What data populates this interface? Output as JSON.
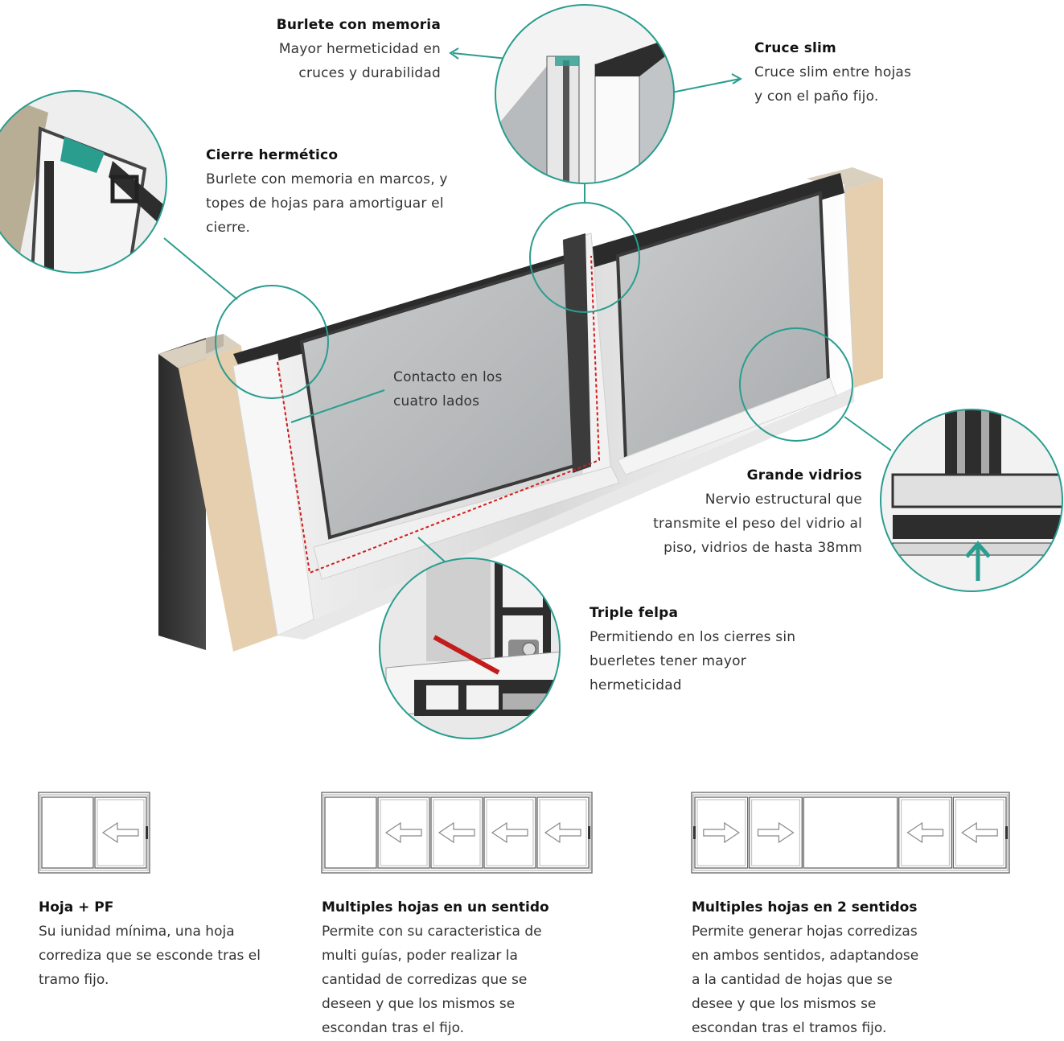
{
  "accent_color": "#2a9d8f",
  "callouts": {
    "burlete": {
      "title": "Burlete con memoria",
      "text": "Mayor hermeticidad en\ncruces y durabilidad"
    },
    "cruce": {
      "title": "Cruce slim",
      "text": "Cruce slim entre hojas\ny con el paño fijo."
    },
    "cierre": {
      "title": "Cierre hermético",
      "text": "Burlete con memoria en marcos, y\ntopes de hojas para amortiguar el\ncierre."
    },
    "contacto": {
      "text": "Contacto en los\ncuatro lados"
    },
    "grande": {
      "title": "Grande vidrios",
      "text": "Nervio estructural que\ntransmite el peso del vidrio al\npiso, vidrios de hasta 38mm"
    },
    "triple": {
      "title": "Triple felpa",
      "text": "Permitiendo en los cierres sin\nbuerletes tener mayor\nhermeticidad"
    }
  },
  "configs": [
    {
      "title": "Hoja + PF",
      "text": "Su iunidad mínima, una hoja\ncorrediza que se esconde tras el\ntramo fijo.",
      "panels": [
        "fixed",
        "left"
      ]
    },
    {
      "title": "Multiples hojas en un sentido",
      "text": "Permite con su caracteristica de\nmulti guías, poder realizar la\ncantidad de corredizas que se\ndeseen y que los mismos se\nescondan tras el fijo.",
      "panels": [
        "fixed",
        "left",
        "left",
        "left",
        "left"
      ]
    },
    {
      "title": "Multiples hojas en 2 sentidos",
      "text": "Permite generar hojas corredizas\nen ambos sentidos, adaptandose\na la cantidad de hojas que se\ndesee y que los mismos se\nescondan tras el tramos fijo.",
      "panels": [
        "right",
        "right",
        "fixed",
        "left",
        "left"
      ]
    }
  ]
}
